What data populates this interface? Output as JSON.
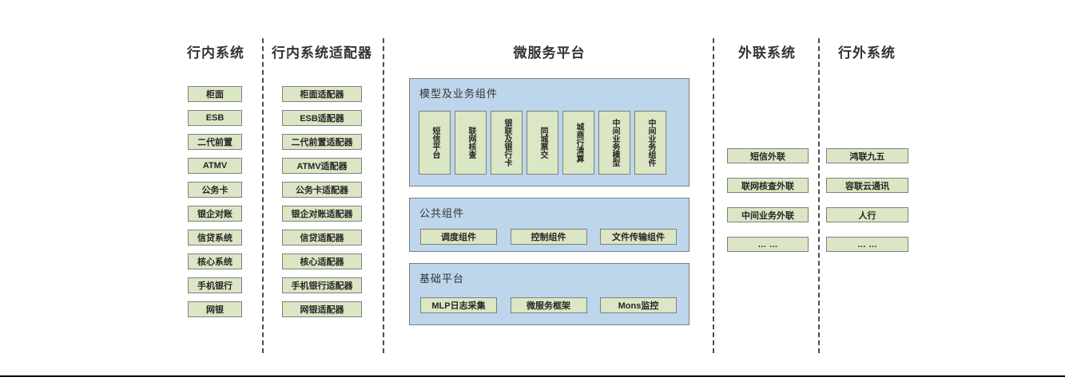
{
  "diagram": {
    "colors": {
      "box_fill": "#dbe6c4",
      "box_border": "#7f7f7f",
      "panel_fill": "#bdd6ec",
      "panel_border": "#7f7f7f"
    },
    "columns": {
      "internal_systems": {
        "title": "行内系统",
        "boxes": [
          "柜面",
          "ESB",
          "二代前置",
          "ATMV",
          "公务卡",
          "银企对账",
          "信贷系统",
          "核心系统",
          "手机银行",
          "网银"
        ]
      },
      "internal_adapters": {
        "title": "行内系统适配器",
        "boxes": [
          "柜面适配器",
          "ESB适配器",
          "二代前置适配器",
          "ATMV适配器",
          "公务卡适配器",
          "银企对账适配器",
          "信贷适配器",
          "核心适配器",
          "手机银行适配器",
          "网银适配器"
        ]
      },
      "microservice_platform": {
        "title": "微服务平台",
        "panels": {
          "model_business": {
            "label": "模型及业务组件",
            "boxes": [
              "短信平台",
              "联网核查",
              "银联及银行卡",
              "同城票交",
              "城商行清算",
              "中间业务模型",
              "中间业务组件"
            ]
          },
          "common": {
            "label": "公共组件",
            "boxes": [
              "调度组件",
              "控制组件",
              "文件传输组件"
            ]
          },
          "base": {
            "label": "基础平台",
            "boxes": [
              "MLP日志采集",
              "微服务框架",
              "Mons监控"
            ]
          }
        }
      },
      "external_link_systems": {
        "title": "外联系统",
        "boxes": [
          "短信外联",
          "联网核查外联",
          "中间业务外联",
          "… …"
        ]
      },
      "outside_systems": {
        "title": "行外系统",
        "boxes": [
          "鸿联九五",
          "容联云通讯",
          "人行",
          "… …"
        ]
      }
    }
  }
}
